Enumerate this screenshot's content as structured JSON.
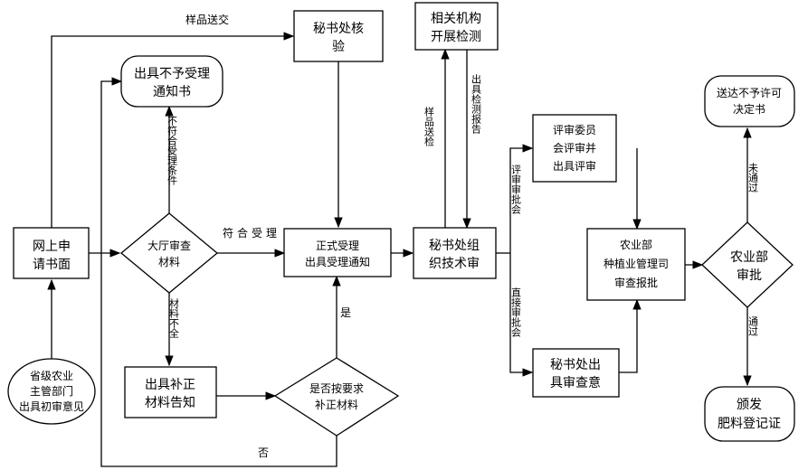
{
  "nodes": {
    "apply": [
      "网上申",
      "请书面"
    ],
    "province": [
      "省级农业",
      "主管部门",
      "出具初审意见"
    ],
    "hall_review": [
      "大厅审查",
      "材料"
    ],
    "not_accept": [
      "出具不予受理",
      "通知书"
    ],
    "supplement": [
      "出具补正",
      "材料告知"
    ],
    "check_supplement": [
      "是否按要求",
      "补正材料"
    ],
    "formal_accept": [
      "正式受理",
      "出具受理通知"
    ],
    "secretariat_verify": [
      "秘书处核",
      "验"
    ],
    "org_test": [
      "相关机构",
      "开展检测"
    ],
    "org_review": [
      "秘书处组",
      "织技术审"
    ],
    "committee": [
      "评审委员",
      "会评审并",
      "出具评审"
    ],
    "secretariat_opinion": [
      "秘书处出",
      "具审查意"
    ],
    "dept_review": [
      "农业部",
      "种植业管理司",
      "审查报批"
    ],
    "ministry_approve": [
      "农业部",
      "审批"
    ],
    "deny_decision": [
      "送达不予许可",
      "决定书"
    ],
    "issue_cert": [
      "颁发",
      "肥料登记证"
    ]
  },
  "edges": {
    "sample_delivery": "样品送交",
    "not_qualified": "不符合受理条件",
    "qualified": "符合受理",
    "incomplete": "材料不全",
    "yes": "是",
    "no": "否",
    "sample_submit": "样品送检",
    "test_report": "出具检测报告",
    "review_1": "评审审批会",
    "review_2": "直接审批会",
    "not_pass": "未通过",
    "pass": "通过"
  }
}
